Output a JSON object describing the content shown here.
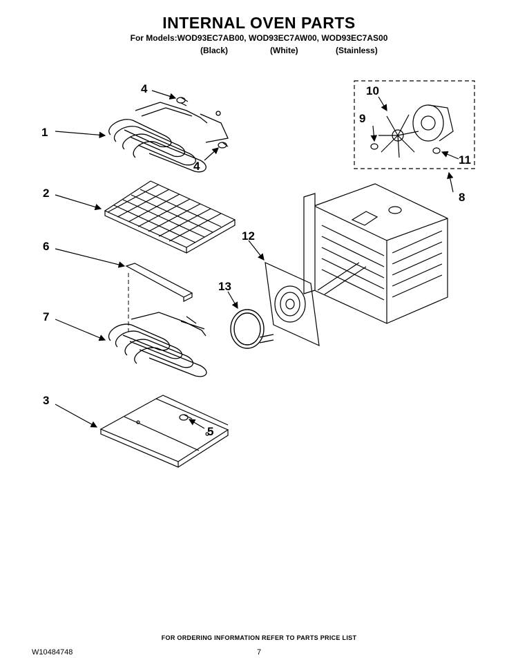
{
  "header": {
    "title": "INTERNAL OVEN PARTS",
    "models_line": "For Models:WOD93EC7AB00, WOD93EC7AW00, WOD93EC7AS00",
    "variants": [
      "(Black)",
      "(White)",
      "(Stainless)"
    ]
  },
  "callouts": [
    "1",
    "2",
    "3",
    "4",
    "4",
    "5",
    "6",
    "7",
    "8",
    "9",
    "10",
    "11",
    "12",
    "13"
  ],
  "footer": {
    "ordering_note": "FOR ORDERING INFORMATION REFER TO PARTS PRICE LIST",
    "document_number": "W10484748",
    "page_number": "7"
  }
}
